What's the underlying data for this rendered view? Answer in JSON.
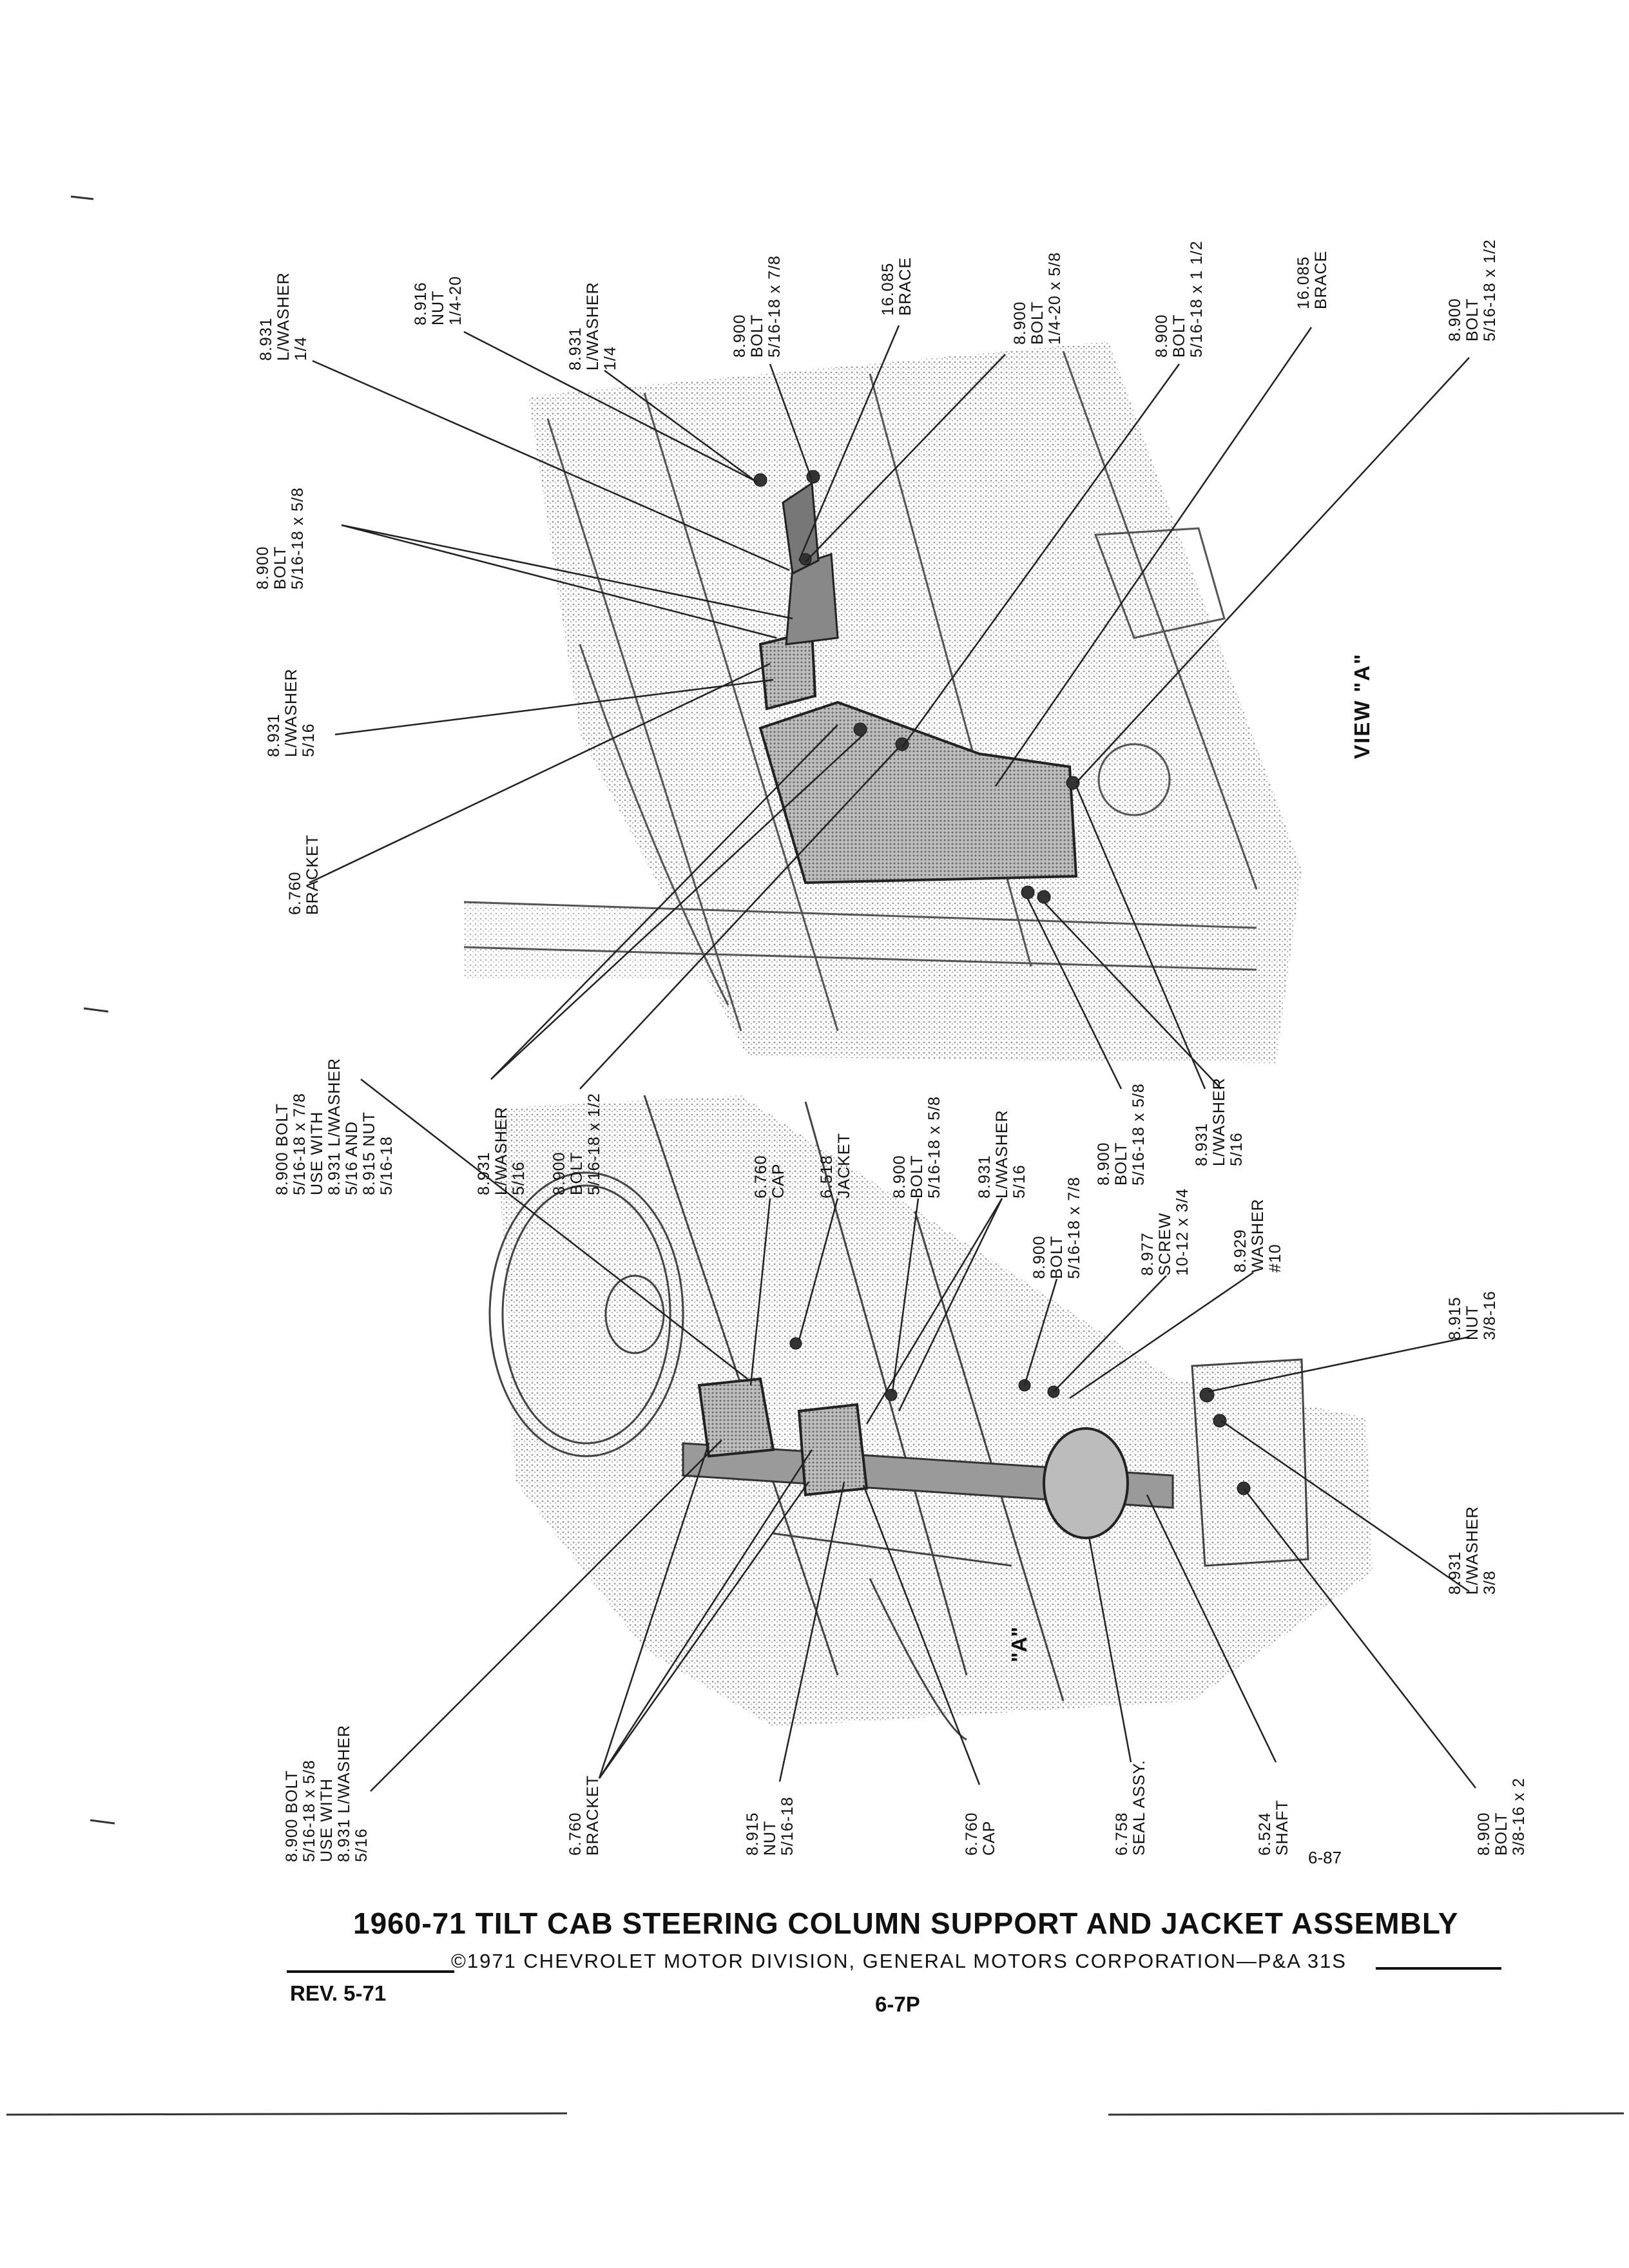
{
  "title": "1960-71 TILT CAB STEERING COLUMN SUPPORT AND JACKET ASSEMBLY",
  "copyright": "©1971 CHEVROLET MOTOR DIVISION, GENERAL MOTORS CORPORATION—P&A 31S",
  "revision": "REV. 5-71",
  "page_number": "6-7P",
  "sheet_number": "6-87",
  "view_a_title": "VIEW \"A\"",
  "view_a_marker": "\"A\"",
  "callouts_top": [
    {
      "lines": [
        "8.931",
        "L/WASHER",
        "1/4"
      ]
    },
    {
      "lines": [
        "8.916",
        "NUT",
        "1/4-20"
      ]
    },
    {
      "lines": [
        "8.931",
        "L/WASHER",
        "1/4"
      ]
    },
    {
      "lines": [
        "8.900",
        "BOLT",
        "5/16-18 x 7/8"
      ]
    },
    {
      "lines": [
        "16.085",
        "BRACE"
      ]
    },
    {
      "lines": [
        "8.900",
        "BOLT",
        "1/4-20 x 5/8"
      ]
    },
    {
      "lines": [
        "8.900",
        "BOLT",
        "5/16-18 x 1 1/2"
      ]
    },
    {
      "lines": [
        "16.085",
        "BRACE"
      ]
    },
    {
      "lines": [
        "8.900",
        "BOLT",
        "5/16-18 x 1/2"
      ]
    },
    {
      "lines": [
        "8.900",
        "BOLT",
        "5/16-18 x 5/8"
      ]
    },
    {
      "lines": [
        "8.931",
        "L/WASHER",
        "5/16"
      ]
    },
    {
      "lines": [
        "6.760",
        "BRACKET"
      ]
    }
  ],
  "callouts_middle": [
    {
      "lines": [
        "8.900 BOLT",
        "5/16-18 x 7/8",
        "USE WITH",
        "8.931 L/WASHER",
        "5/16 AND",
        "8.915 NUT",
        "5/16-18"
      ]
    },
    {
      "lines": [
        "8.931",
        "L/WASHER",
        "5/16"
      ]
    },
    {
      "lines": [
        "8.900",
        "BOLT",
        "5/16-18 x 1/2"
      ]
    },
    {
      "lines": [
        "6.760",
        "CAP"
      ]
    },
    {
      "lines": [
        "6.518",
        "JACKET"
      ]
    },
    {
      "lines": [
        "8.900",
        "BOLT",
        "5/16-18 x 5/8"
      ]
    },
    {
      "lines": [
        "8.931",
        "L/WASHER",
        "5/16"
      ]
    },
    {
      "lines": [
        "8.900",
        "BOLT",
        "5/16-18 x 5/8"
      ]
    },
    {
      "lines": [
        "8.931",
        "L/WASHER",
        "5/16"
      ]
    },
    {
      "lines": [
        "8.900",
        "BOLT",
        "5/16-18 x 7/8"
      ]
    },
    {
      "lines": [
        "8.977",
        "SCREW",
        "10-12 x 3/4"
      ]
    },
    {
      "lines": [
        "8.929",
        "WASHER",
        "#10"
      ]
    },
    {
      "lines": [
        "8.915",
        "NUT",
        "3/8-16"
      ]
    },
    {
      "lines": [
        "8.931",
        "L/WASHER",
        "3/8"
      ]
    }
  ],
  "callouts_bottom": [
    {
      "lines": [
        "8.900 BOLT",
        "5/16-18 x 5/8",
        "USE WITH",
        "8.931 L/WASHER",
        "5/16"
      ]
    },
    {
      "lines": [
        "6.760",
        "BRACKET"
      ]
    },
    {
      "lines": [
        "8.915",
        "NUT",
        "5/16-18"
      ]
    },
    {
      "lines": [
        "6.760",
        "CAP"
      ]
    },
    {
      "lines": [
        "6.758",
        "SEAL ASSY."
      ]
    },
    {
      "lines": [
        "6.524",
        "SHAFT"
      ]
    },
    {
      "lines": [
        "8.900",
        "BOLT",
        "3/8-16 x 2"
      ]
    }
  ]
}
